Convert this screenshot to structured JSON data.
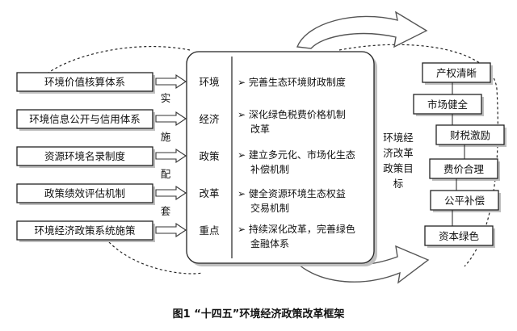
{
  "left_boxes": [
    "环境价值核算体系",
    "环境信息公开与信用体系",
    "资源环境名录制度",
    "政策绩效评估机制",
    "环境经济政策系统施策"
  ],
  "connector_chars": [
    "实",
    "施",
    "配",
    "套"
  ],
  "center_left_column": [
    "环境",
    "经济",
    "政策",
    "改革",
    "重点"
  ],
  "center_items": [
    {
      "line1": "➢ 完善生态环境财政制度",
      "line2": ""
    },
    {
      "line1": "➢ 深化绿色税费价格机制",
      "line2": "改革"
    },
    {
      "line1": "➢ 建立多元化、市场化生态",
      "line2": "补偿机制"
    },
    {
      "line1": "➢ 健全资源环境生态权益",
      "line2": "交易机制"
    },
    {
      "line1": "➢ 持续深化改革，完善绿色",
      "line2": "金融体系"
    }
  ],
  "target_lines": [
    "环境经",
    "济改革",
    "政策目",
    "标"
  ],
  "right_boxes": [
    "产权清晰",
    "市场健全",
    "财税激励",
    "费价合理",
    "公平补偿",
    "资本绿色"
  ],
  "caption": "图1 “十四五”环境经济政策改革框架"
}
